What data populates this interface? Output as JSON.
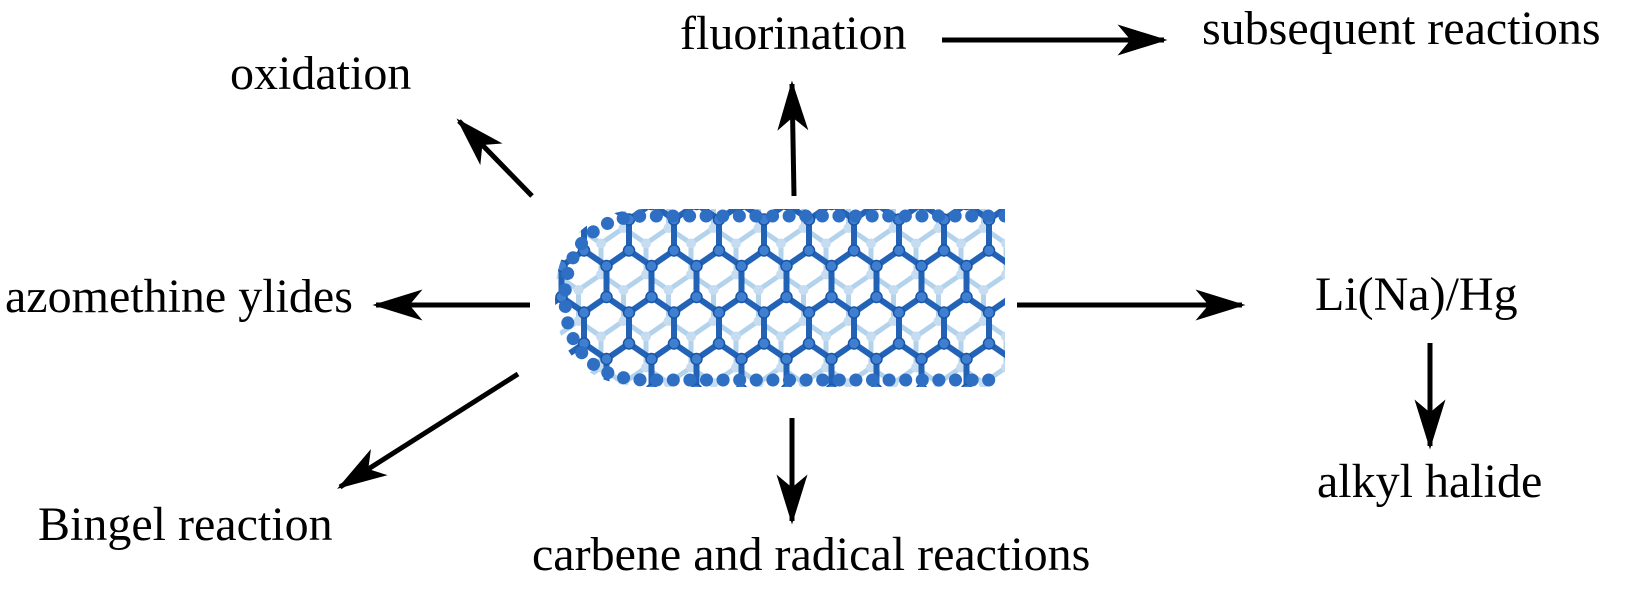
{
  "diagram": {
    "center_image": "carbon-nanotube",
    "labels": {
      "oxidation": "oxidation",
      "fluorination": "fluorination",
      "subsequent_reactions": "subsequent reactions",
      "azomethine_ylides": "azomethine ylides",
      "bingel_reaction": "Bingel reaction",
      "carbene_radical": "carbene and radical reactions",
      "li_na_hg": "Li(Na)/Hg",
      "alkyl_halide": "alkyl halide"
    },
    "arrows": [
      {
        "from": "carbon-nanotube",
        "to": "oxidation",
        "direction": "up-left"
      },
      {
        "from": "carbon-nanotube",
        "to": "fluorination",
        "direction": "up"
      },
      {
        "from": "fluorination",
        "to": "subsequent reactions",
        "direction": "right"
      },
      {
        "from": "carbon-nanotube",
        "to": "azomethine ylides",
        "direction": "left"
      },
      {
        "from": "carbon-nanotube",
        "to": "Bingel reaction",
        "direction": "down-left"
      },
      {
        "from": "carbon-nanotube",
        "to": "carbene and radical reactions",
        "direction": "down"
      },
      {
        "from": "carbon-nanotube",
        "to": "Li(Na)/Hg",
        "direction": "right"
      },
      {
        "from": "Li(Na)/Hg",
        "to": "alkyl halide",
        "direction": "down"
      }
    ],
    "colors": {
      "background": "#ffffff",
      "text": "#000000",
      "arrow": "#000000",
      "nanotube_bond": "#2263b8",
      "nanotube_atom": "#3f7fd2",
      "nanotube_back": "#b3d2ec"
    }
  }
}
